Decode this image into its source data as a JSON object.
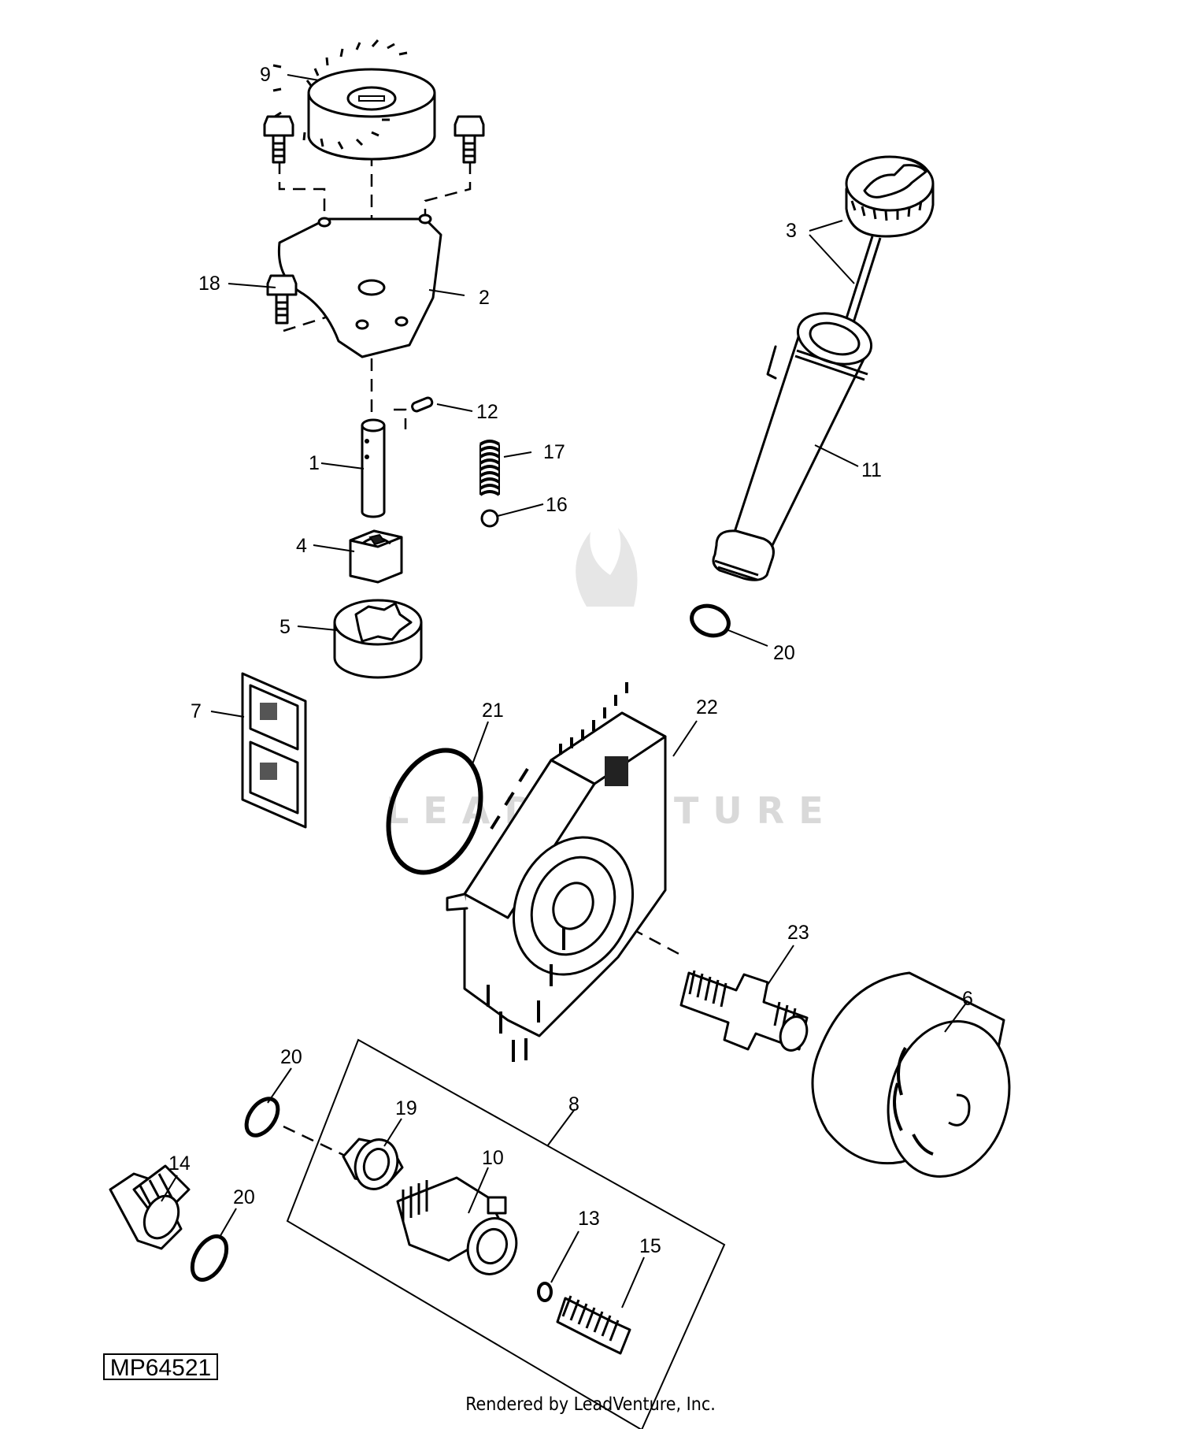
{
  "figure_id": "MP64521",
  "render_credit": "Rendered by LeadVenture, Inc.",
  "watermark": "LEADVENTURE",
  "callouts": {
    "c1": "1",
    "c2": "2",
    "c3": "3",
    "c4": "4",
    "c5": "5",
    "c6": "6",
    "c7": "7",
    "c8": "8",
    "c9": "9",
    "c10": "10",
    "c11": "11",
    "c12": "12",
    "c13": "13",
    "c14": "14",
    "c15": "15",
    "c16": "16",
    "c17": "17",
    "c18": "18",
    "c19": "19",
    "c20a": "20",
    "c20b": "20",
    "c20c": "20",
    "c21": "21",
    "c22": "22",
    "c23": "23"
  }
}
